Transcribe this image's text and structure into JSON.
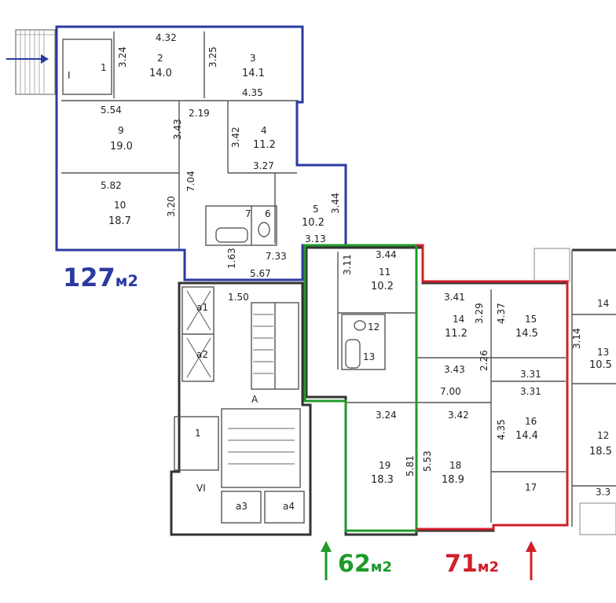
{
  "units": [
    {
      "id": "blue",
      "area": "127",
      "unit": "м2",
      "color": "#2b3aa0"
    },
    {
      "id": "green",
      "area": "62",
      "unit": "м2",
      "color": "#1e9a2a"
    },
    {
      "id": "red",
      "area": "71",
      "unit": "м2",
      "color": "#d0202a"
    }
  ],
  "rooms": [
    {
      "n": "1",
      "area": ""
    },
    {
      "n": "2",
      "area": "14.0"
    },
    {
      "n": "3",
      "area": "14.1"
    },
    {
      "n": "4",
      "area": "11.2"
    },
    {
      "n": "5",
      "area": "10.2"
    },
    {
      "n": "6",
      "area": ""
    },
    {
      "n": "7",
      "area": ""
    },
    {
      "n": "9",
      "area": "19.0"
    },
    {
      "n": "10",
      "area": "18.7"
    },
    {
      "n": "11",
      "area": "10.2"
    },
    {
      "n": "12",
      "area": ""
    },
    {
      "n": "13",
      "area": ""
    },
    {
      "n": "14",
      "area": "11.2"
    },
    {
      "n": "15",
      "area": "14.5"
    },
    {
      "n": "16",
      "area": "14.4"
    },
    {
      "n": "17",
      "area": ""
    },
    {
      "n": "18",
      "area": "18.9"
    },
    {
      "n": "19",
      "area": "18.3"
    },
    {
      "n": "14",
      "area": ""
    },
    {
      "n": "13",
      "area": "10.5"
    },
    {
      "n": "12",
      "area": "18.5"
    },
    {
      "n": "1",
      "area": ""
    }
  ],
  "dimensions": [
    "4.32",
    "3.24",
    "3.25",
    "4.35",
    "5.54",
    "2.19",
    "3.43",
    "3.42",
    "3.27",
    "5.82",
    "7.04",
    "3.20",
    "3.44",
    "3.13",
    "7.33",
    "1.63",
    "5.67",
    "1.50",
    "3.44",
    "3.11",
    "3.41",
    "3.29",
    "4.37",
    "3.14",
    "3.43",
    "2.26",
    "3.31",
    "7.00",
    "3.31",
    "3.24",
    "3.42",
    "4.35",
    "5.53",
    "5.81",
    "3.3"
  ],
  "markers": {
    "roman_1": "I",
    "roman_6": "VI",
    "stair": "A",
    "a1": "a1",
    "a2": "a2",
    "a3": "a3",
    "a4": "a4",
    "arrow_symbol": "→"
  }
}
